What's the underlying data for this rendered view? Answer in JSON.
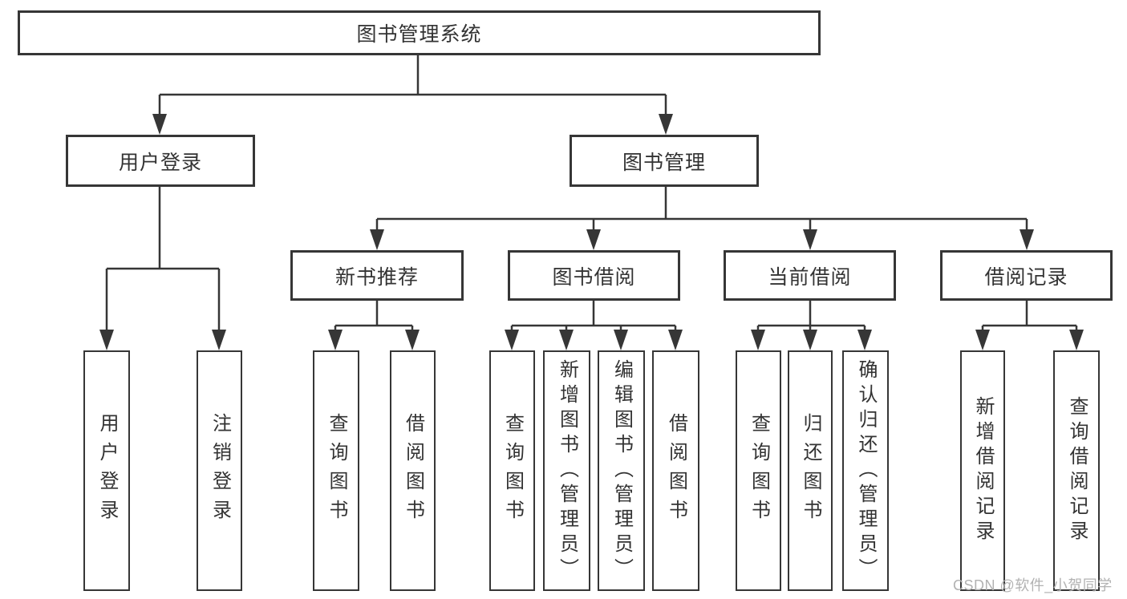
{
  "diagram": {
    "title": "图书管理系统",
    "colors": {
      "line": "#363636",
      "text": "#333333",
      "background": "#ffffff",
      "watermark": "#b2b2b2"
    },
    "nodes": {
      "root": {
        "label": "图书管理系统"
      },
      "user_login": {
        "label": "用户登录"
      },
      "book_management": {
        "label": "图书管理"
      },
      "new_book_recommend": {
        "label": "新书推荐"
      },
      "book_borrow": {
        "label": "图书借阅"
      },
      "current_borrow": {
        "label": "当前借阅"
      },
      "borrow_records": {
        "label": "借阅记录"
      }
    },
    "leaves": {
      "user_login": {
        "label": "用户登录"
      },
      "logout": {
        "label": "注销登录"
      },
      "recommend_query_books": {
        "label": "查询图书"
      },
      "recommend_borrow_books": {
        "label": "借阅图书"
      },
      "borrow_query_books": {
        "label": "查询图书"
      },
      "borrow_add_books": {
        "label": "新增图书（管理员）"
      },
      "borrow_edit_books": {
        "label": "编辑图书（管理员）"
      },
      "borrow_borrow_books": {
        "label": "借阅图书"
      },
      "current_query_books": {
        "label": "查询图书"
      },
      "current_return_books": {
        "label": "归还图书"
      },
      "current_confirm_return": {
        "label": "确认归还（管理员）"
      },
      "records_add_record": {
        "label": "新增借阅记录"
      },
      "records_query_record": {
        "label": "查询借阅记录"
      }
    },
    "watermark": "CSDN @软件_小贺同学"
  }
}
